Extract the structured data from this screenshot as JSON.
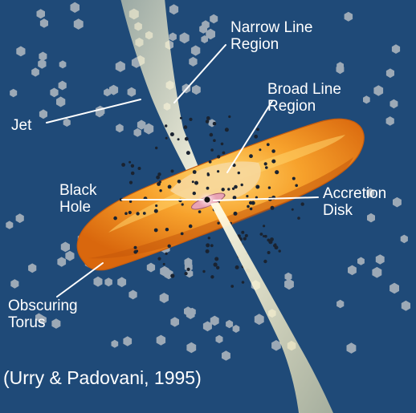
{
  "colors": {
    "background": "#1f4a78",
    "jet": "#f6edb8",
    "torus": "#f08e1c",
    "torus_highlight": "#ffc04a",
    "clouds": "#9ca9b6",
    "broad_line_dots": "#1a2330",
    "label_text": "#ffffff"
  },
  "labels": {
    "narrow_line_region": [
      "Narrow Line",
      "Region"
    ],
    "broad_line_region": [
      "Broad Line",
      "Region"
    ],
    "jet": "Jet",
    "black_hole": [
      "Black",
      "Hole"
    ],
    "accretion_disk": [
      "Accretion",
      "Disk"
    ],
    "obscuring_torus": [
      "Obscuring",
      "Torus"
    ]
  },
  "citation": "(Urry & Padovani, 1995)"
}
